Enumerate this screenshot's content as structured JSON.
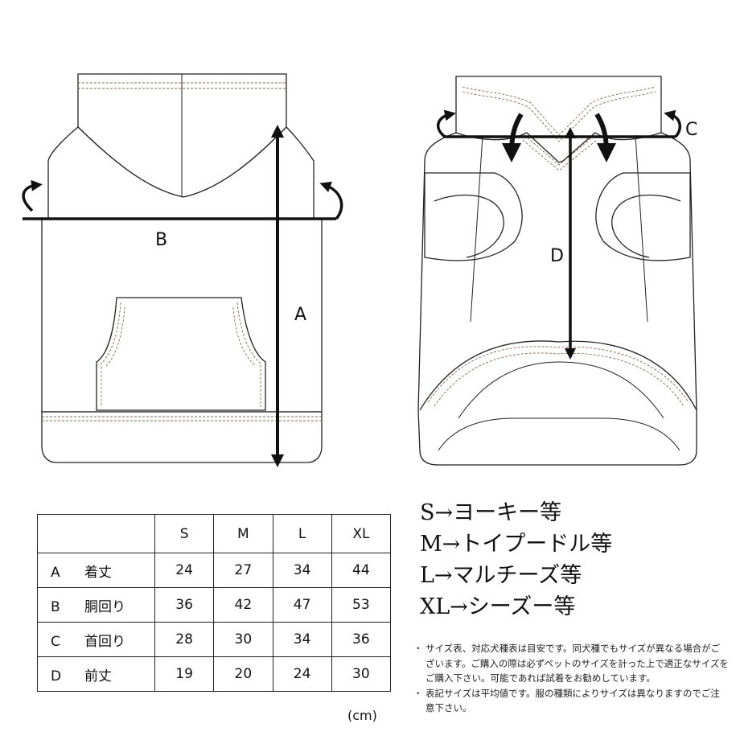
{
  "diagram": {
    "labels": {
      "a": "A",
      "b": "B",
      "c": "C",
      "d": "D"
    },
    "colors": {
      "line": "#222222",
      "arrow": "#111111",
      "stitch": "#8a6a52"
    }
  },
  "size_table": {
    "headers": [
      "S",
      "M",
      "L",
      "XL"
    ],
    "rows": [
      {
        "letter": "A",
        "name": "着丈",
        "values": [
          "24",
          "27",
          "34",
          "44"
        ]
      },
      {
        "letter": "B",
        "name": "胴回り",
        "values": [
          "36",
          "42",
          "47",
          "53"
        ]
      },
      {
        "letter": "C",
        "name": "首回り",
        "values": [
          "28",
          "30",
          "34",
          "36"
        ]
      },
      {
        "letter": "D",
        "name": "前丈",
        "values": [
          "19",
          "20",
          "24",
          "30"
        ]
      }
    ],
    "unit": "(cm)"
  },
  "breeds": [
    "S→ヨーキー等",
    "M→トイプードル等",
    "L→マルチーズ等",
    "XL→シーズー等"
  ],
  "notes": [
    "サイズ表、対応犬種表は目安です。同犬種でもサイズが異なる場合がございます。ご購入の際は必ずペットのサイズを計った上で適正なサイズをご購入下さい。可能であれば試着をお勧めしています。",
    "表記サイズは平均値です。服の種類によりサイズは異なりますのでご注意下さい。"
  ]
}
